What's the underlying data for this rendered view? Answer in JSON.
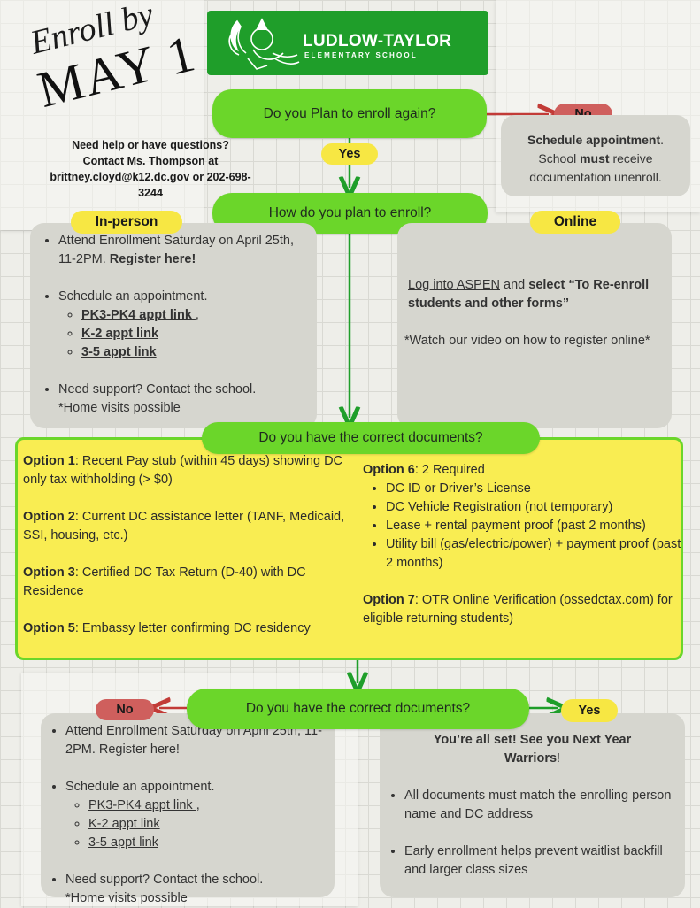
{
  "header": {
    "school_name": "LUDLOW-TAYLOR",
    "school_sub": "ELEMENTARY SCHOOL",
    "enroll_by": "Enroll by",
    "deadline": "MAY 1"
  },
  "contact": {
    "line1": "Need help or have questions?",
    "line2": "Contact Ms. Thompson at",
    "line3": "brittney.cloyd@k12.dc.gov or 202-698-",
    "line4": "3244"
  },
  "flow": {
    "q1": "Do you Plan to enroll again?",
    "q1_no": "No",
    "q1_yes": "Yes",
    "no_box": {
      "bold1": "Schedule appointment",
      "text1": ".",
      "text2": "School ",
      "bold2": "must",
      "text3": " receive",
      "text4": "documentation unenroll."
    },
    "q2": "How do you plan to enroll?",
    "inperson_label": "In-person",
    "online_label": "Online",
    "inperson": {
      "item1_text": "Attend Enrollment Saturday on April 25th, 11-2PM. ",
      "item1_bold": "Register here!",
      "item2": "Schedule an appointment.",
      "links": [
        "PK3-PK4 appt link ",
        "K-2 appt link ",
        "3-5 appt link"
      ],
      "link1_suffix": ",",
      "item3_line1": "Need support? Contact the school.",
      "item3_line2": "*Home visits possible"
    },
    "online": {
      "link": "Log into ASPEN",
      "text1": " and ",
      "bold1": "select “To Re-enroll students and other forms”",
      "video": "*Watch our video on how to register online*"
    },
    "q3": "Do you have the correct documents?",
    "docs": {
      "opt1_label": "Option 1",
      "opt1_text": ": Recent Pay stub (within 45 days) showing DC only tax withholding (> $0)",
      "opt2_label": "Option 2",
      "opt2_text": ": Current DC assistance letter (TANF, Medicaid, SSI, housing, etc.)",
      "opt3_label": "Option 3",
      "opt3_text": ": Certified DC Tax Return (D-40) with DC Residence",
      "opt5_label": "Option 5",
      "opt5_text": ": Embassy letter confirming DC residency",
      "opt6_label": "Option 6",
      "opt6_text": ": 2 Required",
      "opt6_items": [
        "DC ID or Driver’s License",
        "DC Vehicle Registration (not temporary)",
        "Lease + rental payment proof (past 2 months)",
        "Utility bill (gas/electric/power) + payment proof (past 2 months)"
      ],
      "opt7_label": "Option 7",
      "opt7_text": ": OTR Online Verification (ossedctax.com) for eligible returning students)"
    },
    "q4": "Do you have the correct documents?",
    "q4_no": "No",
    "q4_yes": "Yes",
    "no_box2": {
      "item1": "Attend Enrollment Saturday on April 25th, 11-2PM. Register here!",
      "item2": "Schedule an appointment.",
      "links": [
        "PK3-PK4 appt link ",
        "K-2 appt link ",
        "3-5 appt link"
      ],
      "link1_suffix": ",",
      "item3_line1": "Need support? Contact the school.",
      "item3_line2": "*Home visits possible"
    },
    "yes_box": {
      "bold_line1": "You’re all set! See you Next Year",
      "bold_line2": "Warriors",
      "excl": "!",
      "items": [
        "All documents must match the enrolling person name and DC address",
        "Early enrollment helps prevent waitlist backfill and larger class sizes"
      ]
    }
  },
  "colors": {
    "green": "#1f9e2a",
    "pill": "#6bd62a",
    "yellow": "#f7e743",
    "red": "#cf5f5d",
    "gray": "#d6d6cf"
  }
}
